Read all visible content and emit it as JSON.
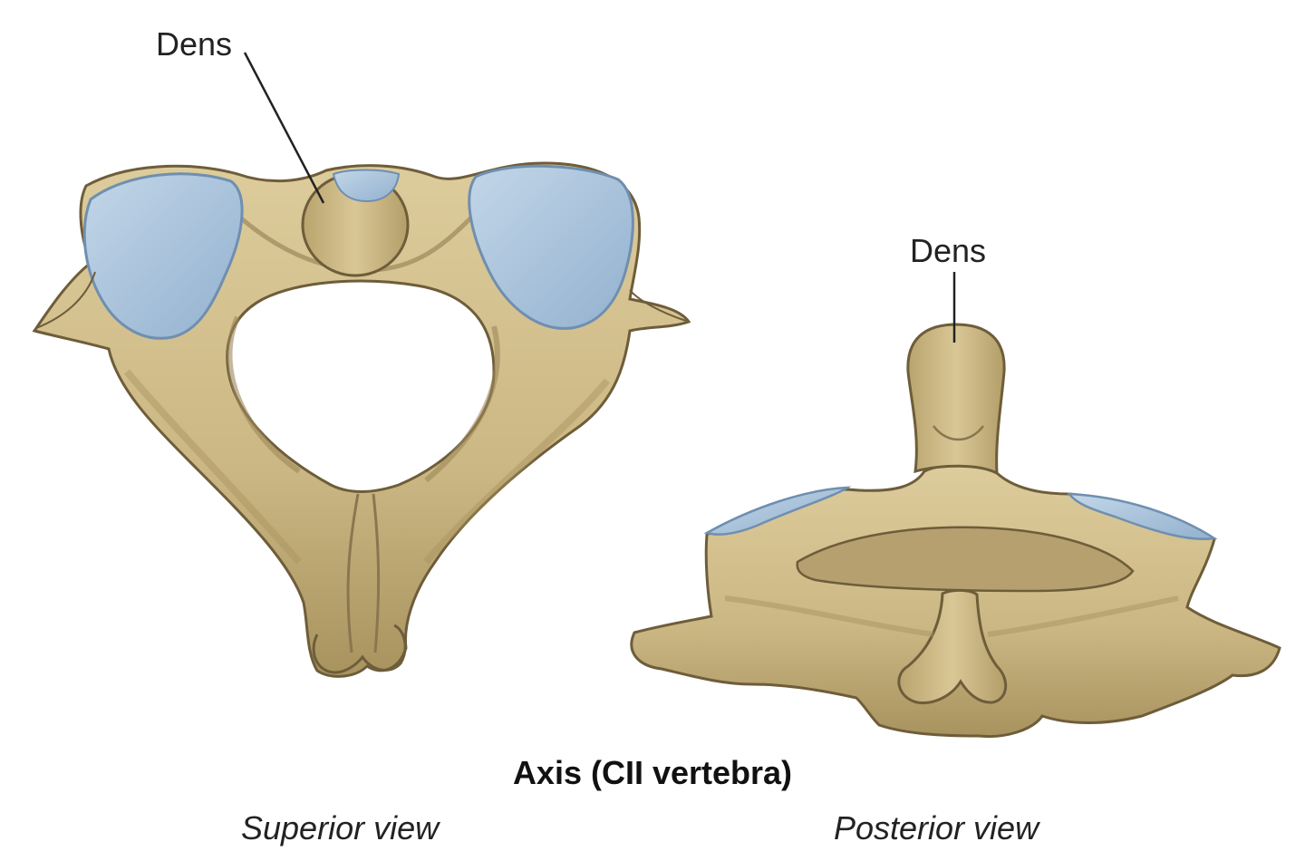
{
  "labels": {
    "superior_dens": "Dens",
    "posterior_dens": "Dens"
  },
  "caption": {
    "title": "Axis (CII vertebra)",
    "superior_view": "Superior view",
    "posterior_view": "Posterior view"
  },
  "colors": {
    "bone": "#cdbb8a",
    "bone_shadow": "#9c875a",
    "bone_outline": "#6e5d3a",
    "cartilage": "#a9c3dc",
    "cartilage_outline": "#6f8fb0",
    "leader_line": "#222222"
  }
}
